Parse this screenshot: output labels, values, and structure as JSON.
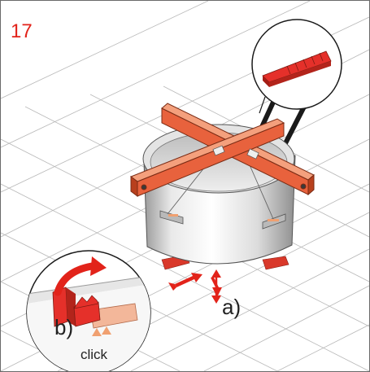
{
  "step_number": "17",
  "label_a": "a)",
  "label_b": "b)",
  "label_click": "click",
  "colors": {
    "accent_red": "#e2231a",
    "beam_orange": "#e8623d",
    "wedge_red": "#e5302a",
    "pot_silver": "#d9d9d9",
    "light_peach": "#f3b79a"
  },
  "icons": [
    "magnifier-circle-wedge",
    "magnifier-circle-clip",
    "curved-arrow",
    "double-arrow"
  ]
}
